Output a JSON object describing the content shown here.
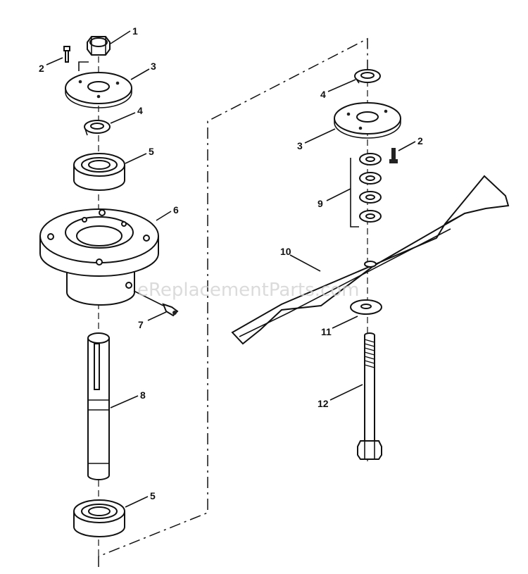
{
  "watermark": "eReplacementParts.com",
  "callouts": {
    "left": {
      "c1": "1",
      "c2": "2",
      "c3": "3",
      "c4": "4",
      "c5a": "5",
      "c6": "6",
      "c7": "7",
      "c8": "8",
      "c5b": "5"
    },
    "right": {
      "c4": "4",
      "c3": "3",
      "c2": "2",
      "c9": "9",
      "c10": "10",
      "c11": "11",
      "c12": "12"
    }
  }
}
